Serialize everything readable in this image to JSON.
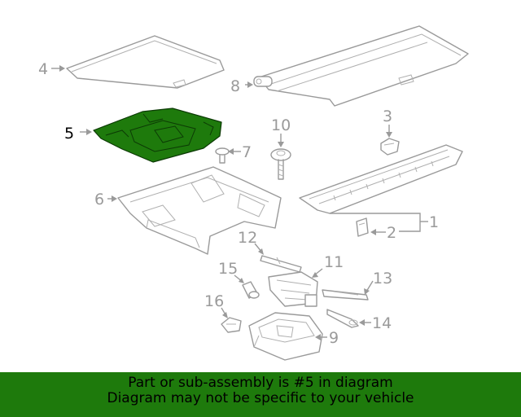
{
  "callouts": {
    "c1": "1",
    "c2": "2",
    "c3": "3",
    "c4": "4",
    "c5": "5",
    "c6": "6",
    "c7": "7",
    "c8": "8",
    "c9": "9",
    "c10": "10",
    "c11": "11",
    "c12": "12",
    "c13": "13",
    "c14": "14",
    "c15": "15",
    "c16": "16"
  },
  "highlighted_part": "5",
  "colors": {
    "highlight": "#1e7a0c",
    "line_art": "#9a9a9a",
    "banner_background": "#1e7a0c"
  },
  "banner": {
    "line1": "Part or sub-assembly is #5 in diagram",
    "line2": "Diagram may not be specific to your vehicle"
  }
}
